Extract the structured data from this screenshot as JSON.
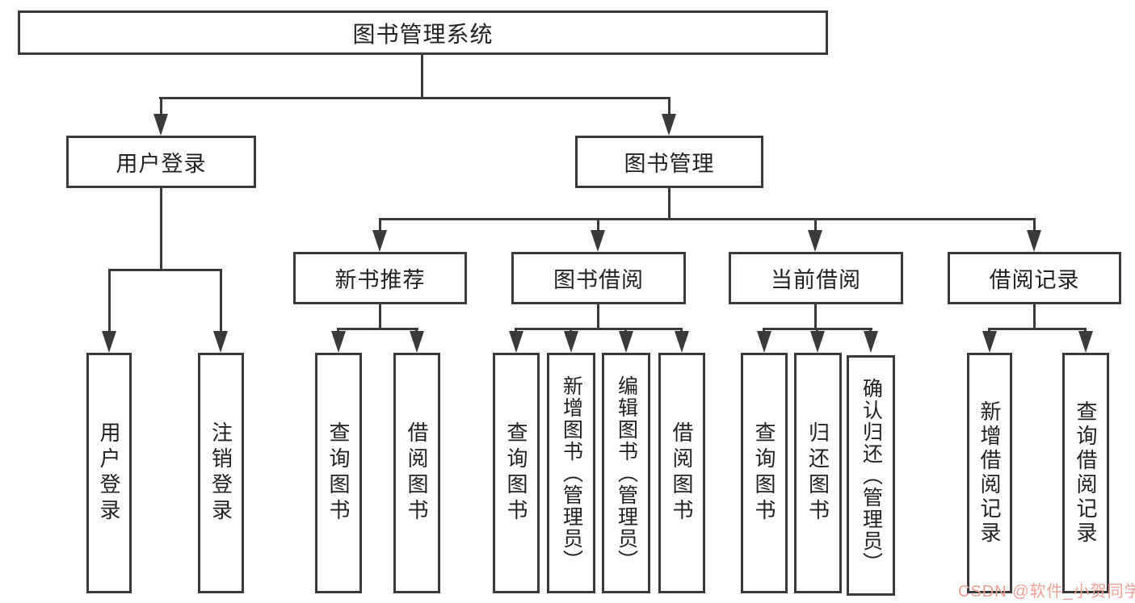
{
  "tree": {
    "root": "图书管理系统",
    "user": {
      "label": "用户登录",
      "children": [
        "用户登录",
        "注销登录"
      ]
    },
    "mgmt": {
      "label": "图书管理",
      "recommend": {
        "label": "新书推荐",
        "children": [
          "查询图书",
          "借阅图书"
        ]
      },
      "borrow": {
        "label": "图书借阅",
        "children": [
          "查询图书",
          "新增图书（管理员）",
          "编辑图书（管理员）",
          "借阅图书"
        ]
      },
      "current": {
        "label": "当前借阅",
        "children": [
          "查询图书",
          "归还图书",
          "确认归还（管理员）"
        ]
      },
      "records": {
        "label": "借阅记录",
        "children": [
          "新增借阅记录",
          "查询借阅记录"
        ]
      }
    }
  },
  "watermark": "CSDN @软件_小贺同学",
  "colors": {
    "line": "#3a3a3a",
    "text": "#212121",
    "watermark": "#ef9f96",
    "bg": "#ffffff"
  }
}
